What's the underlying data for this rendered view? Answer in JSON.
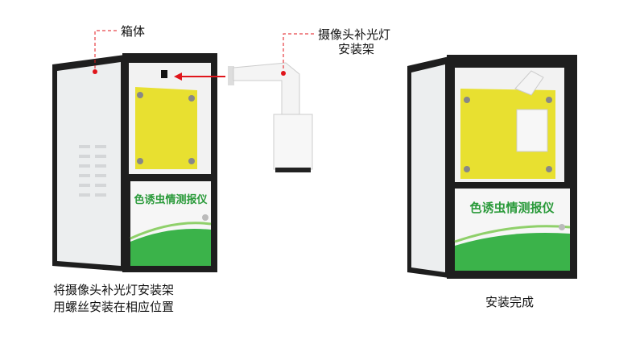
{
  "labels": {
    "box_body": "箱体",
    "bracket_line1": "摄像头补光灯",
    "bracket_line2": "安装架",
    "instruction_line1": "将摄像头补光灯安装架",
    "instruction_line2": "用螺丝安装在相应位置",
    "done": "安装完成"
  },
  "device": {
    "panel_text": "色诱虫情测报仪"
  },
  "colors": {
    "accent_red": "#e0151b",
    "frame": "#1e1e1e",
    "yellow_board": "#e8e030",
    "green": "#3bb34a"
  }
}
